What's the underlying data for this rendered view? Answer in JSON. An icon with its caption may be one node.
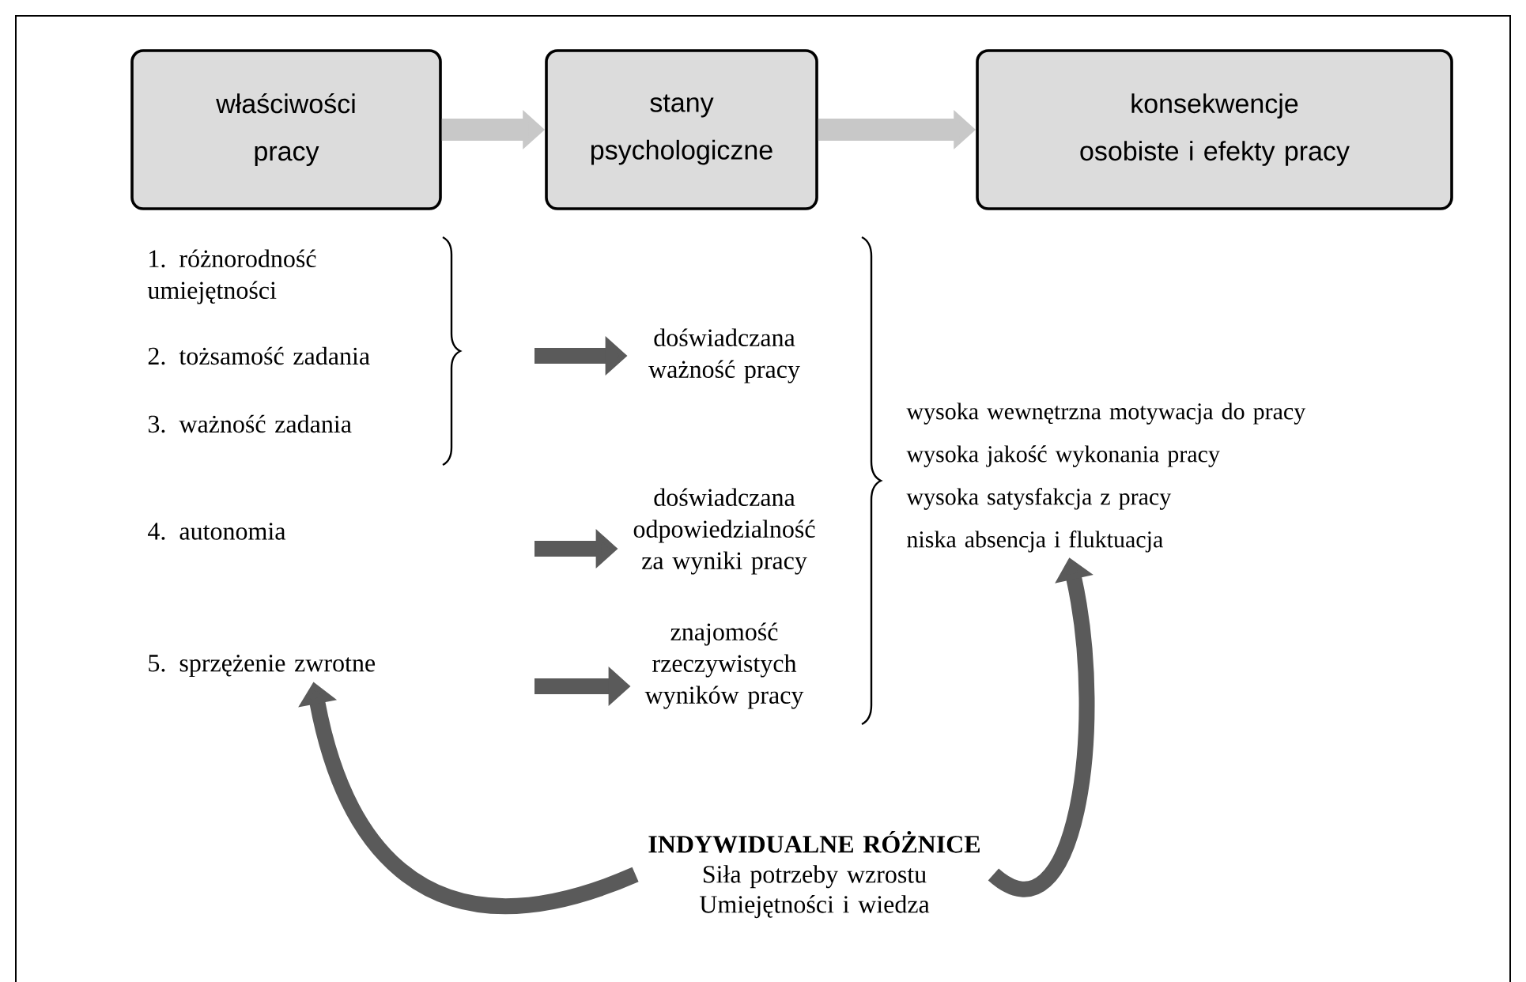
{
  "diagram": {
    "nodes": [
      {
        "text": [
          "właściwości pracy"
        ]
      },
      {
        "text": [
          "stany psychologiczne"
        ]
      },
      {
        "text": [
          "konsekwencje osobiste i efekty pracy"
        ]
      },
      {
        "text": [
          "1. różnorodność umiejętności"
        ]
      },
      {
        "text": [
          "2. tożsamość zadania"
        ]
      },
      {
        "text": [
          "3. ważność zadania"
        ]
      },
      {
        "text": [
          "4. autonomia"
        ]
      },
      {
        "text": [
          "5. sprzężenie zwrotne"
        ]
      },
      {
        "text": [
          "doświadczana ważność pracy"
        ]
      },
      {
        "text": [
          "doświadczana odpowiedzialność za wyniki pracy"
        ]
      },
      {
        "text": [
          "znajomość rzeczywistych wyników pracy"
        ]
      },
      {
        "text": [
          "wysoka wewnętrzna motywacja do pracy",
          "wysoka jakość wykonania pracy",
          "wysoka satysfakcja z pracy",
          "niska absencja i fluktuacja"
        ]
      },
      {
        "text": [
          "INDYWIDUALNE RÓŻNICE",
          "Siła potrzeby wzrostu",
          "Umiejętności i wiedza"
        ]
      }
    ],
    "edges": [
      {
        "from": 0,
        "to": 1,
        "arrow": "to",
        "color": "#c8c8c8"
      },
      {
        "from": 1,
        "to": 2,
        "arrow": "to",
        "color": "#c8c8c8"
      },
      {
        "from": null,
        "to": 8,
        "arrow": "to"
      },
      {
        "from": null,
        "to": 9,
        "arrow": "to"
      },
      {
        "from": null,
        "to": 10,
        "arrow": "to"
      },
      {
        "from": 12,
        "to": 7,
        "arrow": "to"
      },
      {
        "from": 12,
        "to": 11,
        "arrow": "to"
      }
    ]
  }
}
